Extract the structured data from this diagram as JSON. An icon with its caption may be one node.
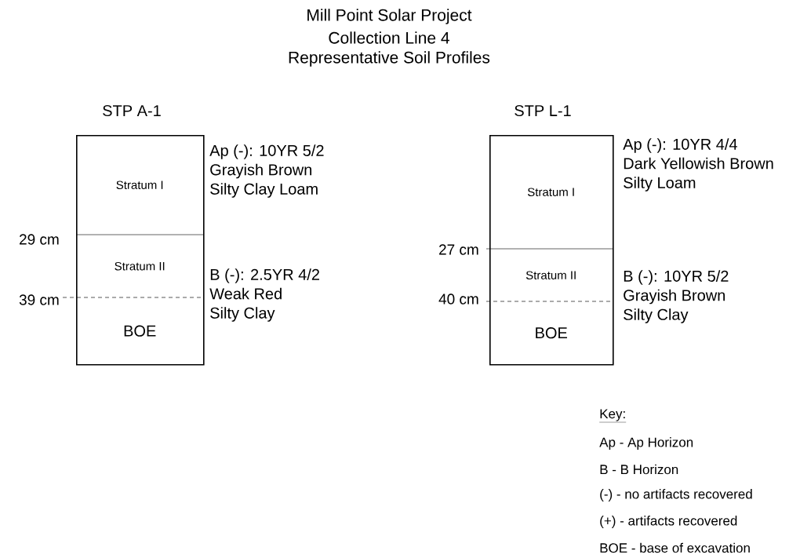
{
  "diagram": {
    "title": "Mill Point Solar Project",
    "nodes": [
      {
        "text": [
          "STP A-1"
        ]
      },
      {
        "text": [
          "Stratum I"
        ],
        "in": 0,
        "beside": [
          "Ap (-): 10YR 5/2",
          "Grayish Brown",
          "Silty Clay Loam"
        ]
      },
      {
        "text": [
          "Stratum II"
        ],
        "in": 0,
        "beside": [
          "B (-): 2.5YR 4/2",
          "Weak Red",
          "Silty Clay"
        ]
      },
      {
        "text": [
          "BOE"
        ],
        "in": 0
      },
      {
        "text": [
          "STP L-1"
        ]
      },
      {
        "text": [
          "Stratum I"
        ],
        "in": 4,
        "beside": [
          "Ap (-): 10YR 4/4",
          "Dark Yellowish Brown",
          "Silty Loam"
        ]
      },
      {
        "text": [
          "Stratum II"
        ],
        "in": 4,
        "beside": [
          "B (-): 10YR 5/2",
          "Grayish Brown",
          "Silty Clay"
        ]
      },
      {
        "text": [
          "BOE"
        ],
        "in": 4
      }
    ],
    "labels": [
      "Collection Line 4",
      "Representative Soil Profiles",
      "29 cm",
      "27 cm",
      "39 cm",
      "40 cm",
      "Key:",
      "Ap - Ap Horizon",
      "B - B Horizon",
      "(-) - no artifacts recovered",
      "(+) - artifacts recovered",
      "BOE -  base of excavation"
    ]
  }
}
